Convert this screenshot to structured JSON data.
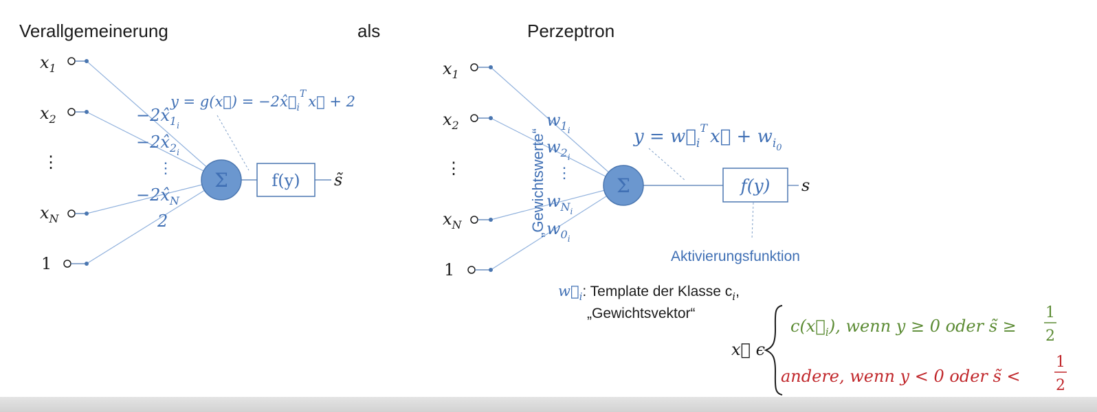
{
  "slide": {
    "heading_left": "Verallgemeinerung",
    "heading_mid": "als",
    "heading_right": "Perzeptron"
  },
  "left_network": {
    "inputs": [
      {
        "label": "x",
        "sub": "1"
      },
      {
        "label": "x",
        "sub": "2"
      },
      {
        "label": "⋮",
        "sub": ""
      },
      {
        "label": "x",
        "sub": "N"
      },
      {
        "label": "1",
        "sub": ""
      }
    ],
    "weights": [
      {
        "main": "−2x̂",
        "sub": "1",
        "subsub": "i"
      },
      {
        "main": "−2x̂",
        "sub": "2",
        "subsub": "i"
      },
      {
        "main": "⋮",
        "sub": "",
        "subsub": ""
      },
      {
        "main": "−2x̂",
        "sub": "N",
        "subsub": ""
      },
      {
        "main": "2",
        "sub": "",
        "subsub": ""
      }
    ],
    "sum_symbol": "Σ",
    "activation_label": "f(y)",
    "output_label": "s̃",
    "equation": "y = g(x⃗) = −2x̂⃗",
    "equation_sub": "i",
    "equation_sup": "T",
    "equation_tail": "x⃗ + 2"
  },
  "right_network": {
    "inputs": [
      {
        "label": "x",
        "sub": "1"
      },
      {
        "label": "x",
        "sub": "2"
      },
      {
        "label": "⋮",
        "sub": ""
      },
      {
        "label": "x",
        "sub": "N"
      },
      {
        "label": "1",
        "sub": ""
      }
    ],
    "weights": [
      {
        "main": "w",
        "sub": "1",
        "subsub": "i"
      },
      {
        "main": "w",
        "sub": "2",
        "subsub": "i"
      },
      {
        "main": "⋮",
        "sub": "",
        "subsub": ""
      },
      {
        "main": "w",
        "sub": "N",
        "subsub": "i"
      },
      {
        "main": "w",
        "sub": "0",
        "subsub": "i"
      }
    ],
    "weights_caption": "„Gewichtswerte“",
    "sum_symbol": "Σ",
    "activation_label": "f(y)",
    "output_label": "s",
    "equation_lhs": "y = w⃗",
    "equation_sub": "i",
    "equation_sup": "T",
    "equation_mid": "x⃗ + w",
    "equation_tail_sub": "i",
    "equation_tail_subsub": "0",
    "activation_caption": "Aktivierungsfunktion"
  },
  "template_note": {
    "symbol": "w⃗",
    "symbol_sub": "i",
    "text": ": Template der Klasse c",
    "text_sub": "i",
    "text_end": ",",
    "line2": "„Gewichtsvektor“"
  },
  "decision_rule": {
    "lhs": "x⃗ ϵ",
    "case1": "c(x⃗",
    "case1_sub": "i",
    "case1_rest": "), wenn y ≥ 0 oder s̃ ≥",
    "case2": "andere, wenn y < 0 oder s̃ <",
    "frac_num": "1",
    "frac_den": "2"
  },
  "colors": {
    "node_fill": "#6b97cf",
    "node_stroke": "#4a76b0",
    "edge": "#8fb0dc",
    "blue_text": "#3f6fb4",
    "case1": "#5a8a32",
    "case2": "#c0262a",
    "dashed": "#7f9fc8"
  }
}
